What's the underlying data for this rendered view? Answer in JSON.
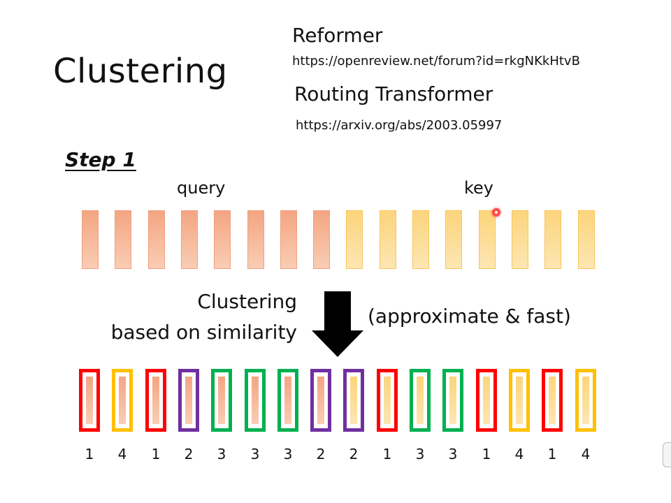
{
  "slide": {
    "title": "Clustering",
    "references": [
      {
        "name": "Reformer",
        "url": "https://openreview.net/forum?id=rkgNKkHtvB"
      },
      {
        "name": "Routing Transformer",
        "url": "https://arxiv.org/abs/2003.05997"
      }
    ],
    "step_label": "Step 1",
    "query_label": "query",
    "key_label": "key",
    "clustering_line1": "Clustering",
    "clustering_line2": "based on similarity",
    "approx_label": "(approximate & fast)"
  },
  "colors": {
    "query_fill": "#f4a582",
    "key_fill": "#fcd57c",
    "cluster_1": "#ff0000",
    "cluster_2": "#7030a0",
    "cluster_3": "#00b050",
    "cluster_4": "#ffc000"
  },
  "tokens": {
    "query_count": 8,
    "key_count": 8
  },
  "clusters": [
    {
      "id": "1",
      "kind": "query"
    },
    {
      "id": "4",
      "kind": "query"
    },
    {
      "id": "1",
      "kind": "query"
    },
    {
      "id": "2",
      "kind": "query"
    },
    {
      "id": "3",
      "kind": "query"
    },
    {
      "id": "3",
      "kind": "query"
    },
    {
      "id": "3",
      "kind": "query"
    },
    {
      "id": "2",
      "kind": "query"
    },
    {
      "id": "2",
      "kind": "key"
    },
    {
      "id": "1",
      "kind": "key"
    },
    {
      "id": "3",
      "kind": "key"
    },
    {
      "id": "3",
      "kind": "key"
    },
    {
      "id": "1",
      "kind": "key"
    },
    {
      "id": "4",
      "kind": "key"
    },
    {
      "id": "1",
      "kind": "key"
    },
    {
      "id": "4",
      "kind": "key"
    }
  ]
}
